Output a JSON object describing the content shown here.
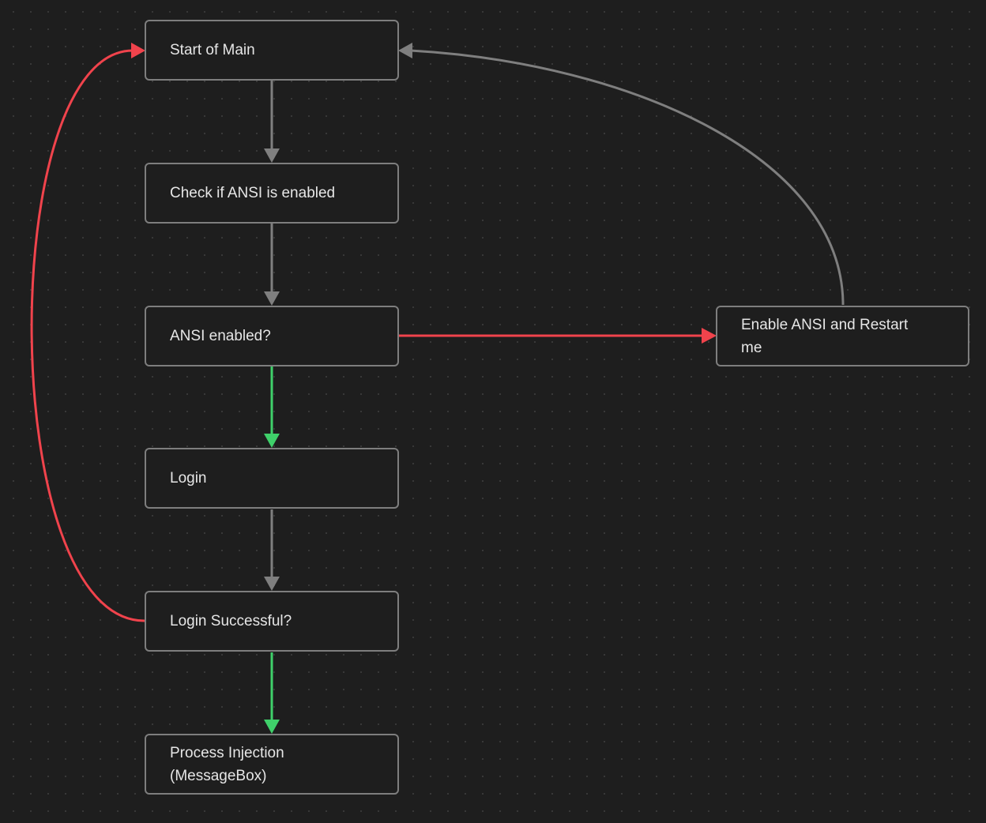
{
  "diagram": {
    "nodes": [
      {
        "id": "start",
        "label": "Start of Main"
      },
      {
        "id": "check",
        "label": "Check if ANSI is enabled"
      },
      {
        "id": "ansi",
        "label": "ANSI enabled?"
      },
      {
        "id": "login",
        "label": "Login"
      },
      {
        "id": "success",
        "label": "Login Successful?"
      },
      {
        "id": "inject",
        "label": "Process Injection (MessageBox)"
      },
      {
        "id": "enable",
        "label": "Enable ANSI and Restart me"
      }
    ],
    "edges": [
      {
        "from": "start",
        "to": "check",
        "kind": "default"
      },
      {
        "from": "check",
        "to": "ansi",
        "kind": "default"
      },
      {
        "from": "ansi",
        "to": "login",
        "kind": "yes"
      },
      {
        "from": "ansi",
        "to": "enable",
        "kind": "no"
      },
      {
        "from": "enable",
        "to": "start",
        "kind": "default"
      },
      {
        "from": "login",
        "to": "success",
        "kind": "default"
      },
      {
        "from": "success",
        "to": "inject",
        "kind": "yes"
      },
      {
        "from": "success",
        "to": "start",
        "kind": "no"
      }
    ],
    "colors": {
      "background": "#1e1e1e",
      "node_border": "#7e7e7e",
      "text": "#e6e6e6",
      "edge_default": "#7f7f7f",
      "edge_yes": "#3fd06a",
      "edge_no": "#f0434c"
    }
  }
}
